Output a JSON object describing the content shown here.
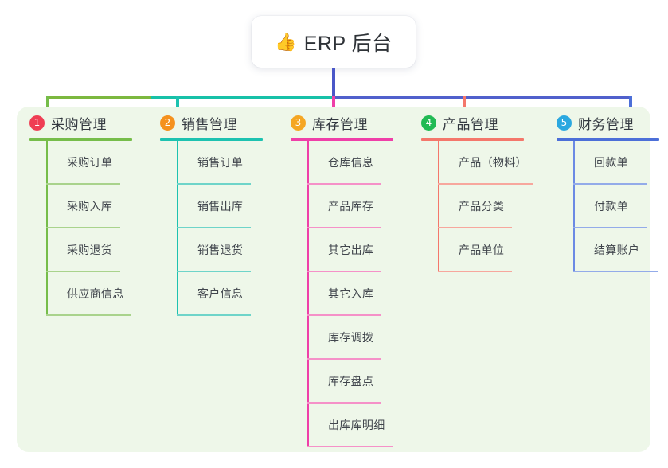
{
  "root": {
    "emoji": "👍",
    "emoji_name": "thumbs-up-icon",
    "title": "ERP 后台"
  },
  "panel": {
    "background": "#eef7e9"
  },
  "connector": {
    "stem_color": "#4a57c8",
    "bar_segments": [
      {
        "color": "#7cb83f"
      },
      {
        "color": "#17c1a8"
      },
      {
        "color": "#5060cc"
      }
    ]
  },
  "columns": [
    {
      "index": "1",
      "title": "采购管理",
      "badge_color": "#ef3e54",
      "rule_color": "#76bd4a",
      "drop_color": "#76bd4a",
      "items": [
        {
          "label": "采购订单"
        },
        {
          "label": "采购入库"
        },
        {
          "label": "采购退货"
        },
        {
          "label": "供应商信息"
        }
      ]
    },
    {
      "index": "2",
      "title": "销售管理",
      "badge_color": "#f5911e",
      "rule_color": "#1dc2b0",
      "drop_color": "#1dc2b0",
      "items": [
        {
          "label": "销售订单"
        },
        {
          "label": "销售出库"
        },
        {
          "label": "销售退货"
        },
        {
          "label": "客户信息"
        }
      ]
    },
    {
      "index": "3",
      "title": "库存管理",
      "badge_color": "#f5a623",
      "rule_color": "#ef3fa8",
      "drop_color": "#ef3fa8",
      "items": [
        {
          "label": "仓库信息"
        },
        {
          "label": "产品库存"
        },
        {
          "label": "其它出库"
        },
        {
          "label": "其它入库"
        },
        {
          "label": "库存调拨"
        },
        {
          "label": "库存盘点"
        },
        {
          "label": "出库库明细"
        }
      ]
    },
    {
      "index": "4",
      "title": "产品管理",
      "badge_color": "#21ba54",
      "rule_color": "#f4776b",
      "drop_color": "#f4776b",
      "items": [
        {
          "label": "产品（物料）"
        },
        {
          "label": "产品分类"
        },
        {
          "label": "产品单位"
        }
      ]
    },
    {
      "index": "5",
      "title": "财务管理",
      "badge_color": "#2ba8e0",
      "rule_color": "#4c6fd8",
      "drop_color": "#4c6fd8",
      "items": [
        {
          "label": "回款单"
        },
        {
          "label": "付款单"
        },
        {
          "label": "结算账户"
        }
      ]
    }
  ]
}
